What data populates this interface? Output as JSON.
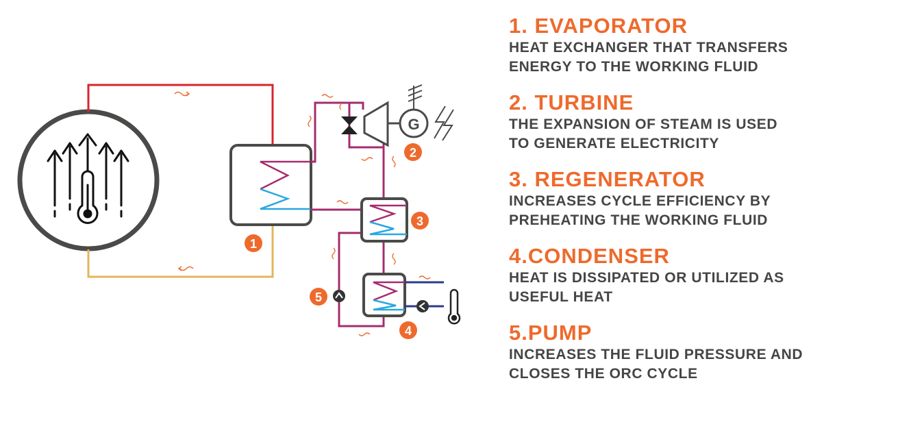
{
  "diagram": {
    "generator_label": "G",
    "badges": [
      "1",
      "2",
      "3",
      "4",
      "5"
    ]
  },
  "legend": [
    {
      "title": "1. EVAPORATOR",
      "desc_line1": "HEAT EXCHANGER THAT TRANSFERS",
      "desc_line2": "ENERGY TO THE WORKING FLUID"
    },
    {
      "title": "2. TURBINE",
      "desc_line1": "THE EXPANSION OF STEAM IS USED",
      "desc_line2": "TO GENERATE ELECTRICITY"
    },
    {
      "title": "3. REGENERATOR",
      "desc_line1": "INCREASES CYCLE EFFICIENCY BY",
      "desc_line2": "PREHEATING THE WORKING FLUID"
    },
    {
      "title": "4.CONDENSER",
      "desc_line1": "HEAT IS DISSIPATED OR UTILIZED AS",
      "desc_line2": "USEFUL HEAT"
    },
    {
      "title": "5.PUMP",
      "desc_line1": "INCREASES THE FLUID PRESSURE AND",
      "desc_line2": "CLOSES THE ORC CYCLE"
    }
  ],
  "colors": {
    "accent": "#ee6a2c",
    "hot_loop": "#d8262d",
    "cold_return": "#e4b45c",
    "working_fluid": "#a52c6e",
    "cooling_water": "#2b3a8c",
    "coil_cold": "#29a8e0",
    "outline": "#4a4a48"
  }
}
